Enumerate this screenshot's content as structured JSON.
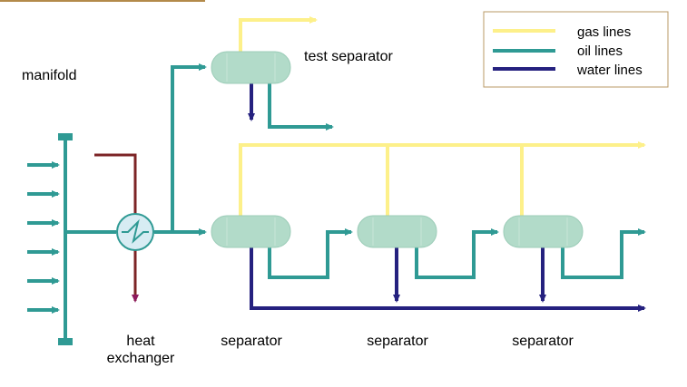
{
  "labels": {
    "manifold": "manifold",
    "heat": "heat",
    "exchanger": "exchanger",
    "test_separator": "test separator",
    "separator_1": "separator",
    "separator_2": "separator",
    "separator_3": "separator"
  },
  "legend": {
    "items": [
      {
        "label": "gas lines",
        "color": "#fdf08a"
      },
      {
        "label": "oil lines",
        "color": "#2f9a94"
      },
      {
        "label": "water lines",
        "color": "#25217f"
      }
    ]
  },
  "colors": {
    "gas": "#fdf08a",
    "oil": "#2f9a94",
    "water": "#25217f",
    "hot": "#7c2426",
    "hot_out": "#8e1a5e",
    "vessel": "#b2dbc9",
    "legend_border": "#b89a66",
    "top_rule": "#b38a4a"
  },
  "icons": {
    "heat_exchanger": "heat-exchanger-icon",
    "vessel": "separator-vessel-icon"
  }
}
